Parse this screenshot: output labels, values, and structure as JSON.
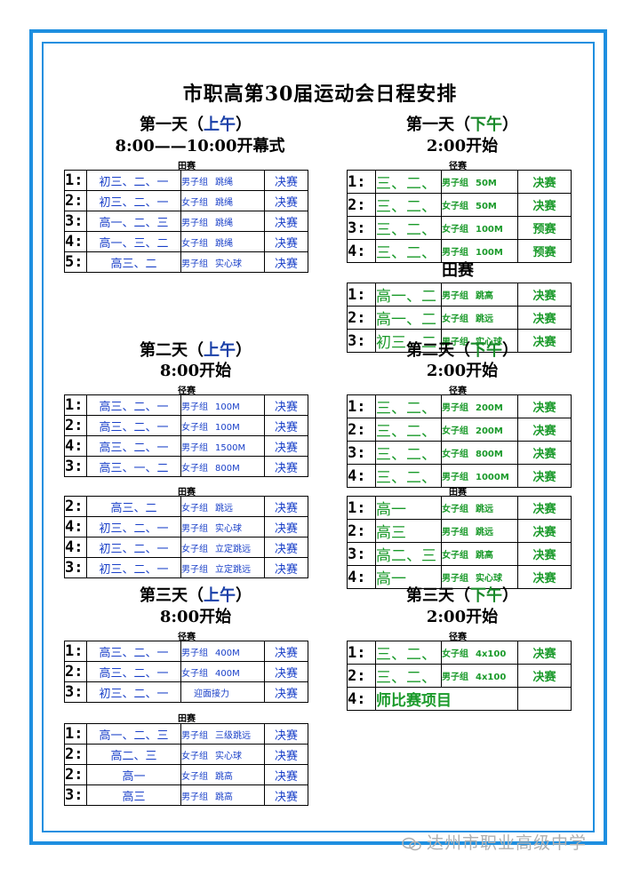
{
  "title": "市职高第30届运动会日程安排",
  "day1_am": {
    "head_a": "第一天（",
    "head_b": "上午",
    "head_c": "）",
    "time": "8:00——10:00开幕式",
    "track_label": "田赛",
    "rows": [
      {
        "n": "1:",
        "g": "初三、二、一",
        "s": "男子组",
        "e": "跳绳",
        "r": "决赛"
      },
      {
        "n": "2:",
        "g": "初三、二、一",
        "s": "女子组",
        "e": "跳绳",
        "r": "决赛"
      },
      {
        "n": "3:",
        "g": "高一、二、三",
        "s": "男子组",
        "e": "跳绳",
        "r": "决赛"
      },
      {
        "n": "4:",
        "g": "高一、三、二",
        "s": "女子组",
        "e": "跳绳",
        "r": "决赛"
      },
      {
        "n": "5:",
        "g": "高三、二",
        "s": "男子组",
        "e": "实心球",
        "r": "决赛"
      }
    ]
  },
  "day1_pm": {
    "head_a": "第一天（",
    "head_b": "下午",
    "head_c": "）",
    "time": "2:00开始",
    "track_label": "径赛",
    "rows": [
      {
        "n": "1:",
        "g": "三、二、",
        "s": "男子组",
        "e": "50M",
        "r": "决赛"
      },
      {
        "n": "2:",
        "g": "三、二、",
        "s": "女子组",
        "e": "50M",
        "r": "决赛"
      },
      {
        "n": "3:",
        "g": "三、二、",
        "s": "女子组",
        "e": "100M",
        "r": "预赛"
      },
      {
        "n": "4:",
        "g": "三、二、",
        "s": "男子组",
        "e": "100M",
        "r": "预赛"
      }
    ],
    "field_label": "田赛",
    "field_rows": [
      {
        "n": "1:",
        "g": "高一、二",
        "s": "男子组",
        "e": "跳高",
        "r": "决赛"
      },
      {
        "n": "2:",
        "g": "高一、二",
        "s": "女子组",
        "e": "跳远",
        "r": "决赛"
      },
      {
        "n": "3:",
        "g": "初三、二",
        "s": "男子组",
        "e": "实心球",
        "r": "决赛"
      }
    ]
  },
  "day2_am": {
    "head_a": "第二天（",
    "head_b": "上午",
    "head_c": "）",
    "time": "8:00开始",
    "track_label": "径赛",
    "rows": [
      {
        "n": "1:",
        "g": "高三、二、一",
        "s": "男子组",
        "e": "100M",
        "r": "决赛"
      },
      {
        "n": "2:",
        "g": "高三、二、一",
        "s": "女子组",
        "e": "100M",
        "r": "决赛"
      },
      {
        "n": "4:",
        "g": "高三、二、一",
        "s": "男子组",
        "e": "1500M",
        "r": "决赛"
      },
      {
        "n": "3:",
        "g": "高三、一、二",
        "s": "女子组",
        "e": "800M",
        "r": "决赛"
      }
    ],
    "field_label": "田赛",
    "field_rows": [
      {
        "n": "2:",
        "g": "高三、二",
        "s": "女子组",
        "e": "跳远",
        "r": "决赛"
      },
      {
        "n": "4:",
        "g": "初三、二、一",
        "s": "男子组",
        "e": "实心球",
        "r": "决赛"
      },
      {
        "n": "4:",
        "g": "初三、二、一",
        "s": "女子组",
        "e": "立定跳远",
        "r": "决赛"
      },
      {
        "n": "3:",
        "g": "初三、二、一",
        "s": "男子组",
        "e": "立定跳远",
        "r": "决赛"
      }
    ]
  },
  "day2_pm": {
    "head_a": "第二天（",
    "head_b": "下午",
    "head_c": "）",
    "time": "2:00开始",
    "track_label": "径赛",
    "rows": [
      {
        "n": "1:",
        "g": "三、二、",
        "s": "男子组",
        "e": "200M",
        "r": "决赛"
      },
      {
        "n": "2:",
        "g": "三、二、",
        "s": "女子组",
        "e": "200M",
        "r": "决赛"
      },
      {
        "n": "3:",
        "g": "三、二、",
        "s": "女子组",
        "e": "800M",
        "r": "决赛"
      },
      {
        "n": "4:",
        "g": "三、二、",
        "s": "男子组",
        "e": "1000M",
        "r": "决赛"
      }
    ],
    "field_label": "田赛",
    "field_rows": [
      {
        "n": "1:",
        "g": "高一",
        "s": "女子组",
        "e": "跳远",
        "r": "决赛"
      },
      {
        "n": "2:",
        "g": "高三",
        "s": "男子组",
        "e": "跳远",
        "r": "决赛"
      },
      {
        "n": "3:",
        "g": "高二、三",
        "s": "女子组",
        "e": "跳高",
        "r": "决赛"
      },
      {
        "n": "4:",
        "g": "高一",
        "s": "男子组",
        "e": "实心球",
        "r": "决赛"
      }
    ]
  },
  "day3_am": {
    "head_a": "第三天（",
    "head_b": "上午",
    "head_c": "）",
    "time": "8:00开始",
    "track_label": "径赛",
    "rows": [
      {
        "n": "1:",
        "g": "高三、二、一",
        "s": "男子组",
        "e": "400M",
        "r": "决赛"
      },
      {
        "n": "2:",
        "g": "高三、二、一",
        "s": "女子组",
        "e": "400M",
        "r": "决赛"
      },
      {
        "n": "3:",
        "g": "初三、二、一",
        "s": "",
        "e": "迎面接力",
        "r": "决赛"
      }
    ],
    "field_label": "田赛",
    "field_rows": [
      {
        "n": "1:",
        "g": "高一、二、三",
        "s": "男子组",
        "e": "三级跳远",
        "r": "决赛"
      },
      {
        "n": "2:",
        "g": "高二、三",
        "s": "女子组",
        "e": "实心球",
        "r": "决赛"
      },
      {
        "n": "2:",
        "g": "高一",
        "s": "女子组",
        "e": "跳高",
        "r": "决赛"
      },
      {
        "n": "3:",
        "g": "高三",
        "s": "男子组",
        "e": "跳高",
        "r": "决赛"
      }
    ]
  },
  "day3_pm": {
    "head_a": "第三天（",
    "head_b": "下午",
    "head_c": "）",
    "time": "2:00开始",
    "track_label": "径赛",
    "rows": [
      {
        "n": "1:",
        "g": "三、二、",
        "s": "女子组",
        "e": "4x100",
        "r": "决赛"
      },
      {
        "n": "2:",
        "g": "三、二、",
        "s": "男子组",
        "e": "4x100",
        "r": "决赛"
      }
    ],
    "special": {
      "n": "4:",
      "text": "师比赛项目"
    }
  },
  "watermark": "达州市职业高级中学"
}
